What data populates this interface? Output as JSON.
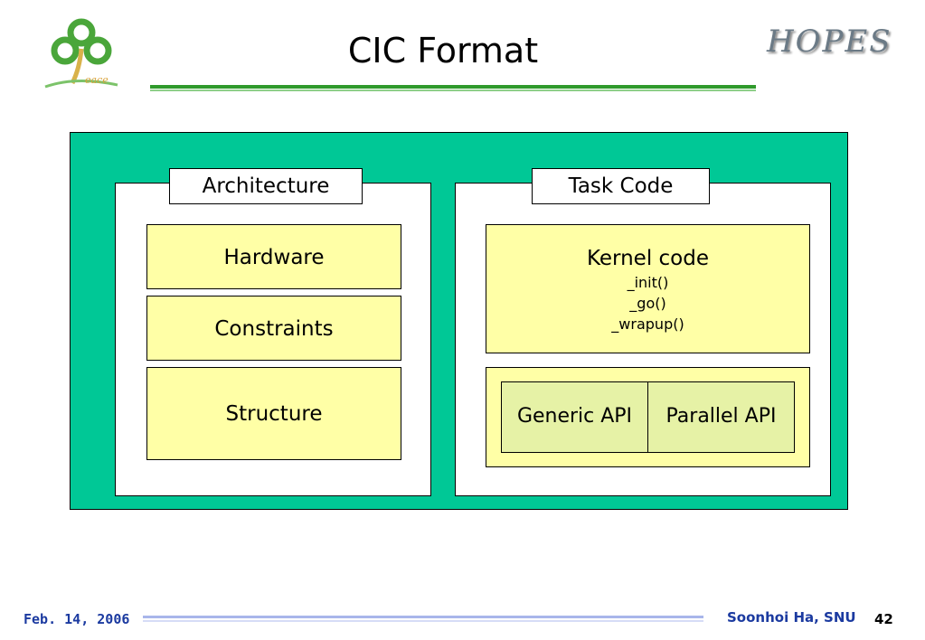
{
  "header": {
    "title": "CIC Format",
    "logo_left_text": "eace",
    "logo_right_text": "HOPES"
  },
  "diagram": {
    "architecture": {
      "label": "Architecture",
      "items": [
        "Hardware",
        "Constraints",
        "Structure"
      ]
    },
    "task_code": {
      "label": "Task Code",
      "kernel": {
        "title": "Kernel code",
        "functions": [
          "_init()",
          "_go()",
          "_wrapup()"
        ]
      },
      "apis": [
        "Generic API",
        "Parallel API"
      ]
    }
  },
  "footer": {
    "date": "Feb. 14, 2006",
    "author": "Soonhoi Ha, SNU",
    "page": "42"
  },
  "colors": {
    "outer_fill": "#00c896",
    "box_fill": "#ffffa6",
    "api_fill": "#e6f2a6",
    "rule_green": "#2f9a2b",
    "footer_text": "#1b3aa0"
  }
}
